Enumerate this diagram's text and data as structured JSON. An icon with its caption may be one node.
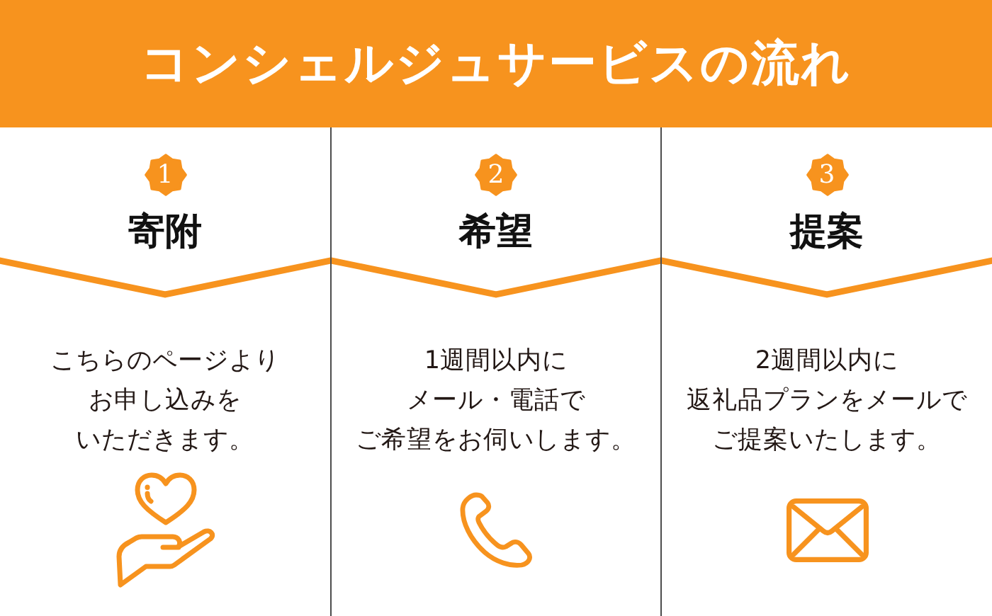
{
  "diagram": {
    "title": "コンシェルジュサービスの流れ",
    "nodes": [
      {
        "text": [
          "寄附",
          "こちらのページよりお申し込みをいただきます。"
        ]
      },
      {
        "text": [
          "1"
        ],
        "in": 0
      },
      {
        "text": [
          "希望",
          "1週間以内にメール・電話でご希望をお伺いします。"
        ]
      },
      {
        "text": [
          "2"
        ],
        "in": 2
      },
      {
        "text": [
          "提案",
          "2週間以内に返礼品プランをメールでご提案いたします。"
        ]
      },
      {
        "text": [
          "3"
        ],
        "in": 4
      }
    ]
  }
}
